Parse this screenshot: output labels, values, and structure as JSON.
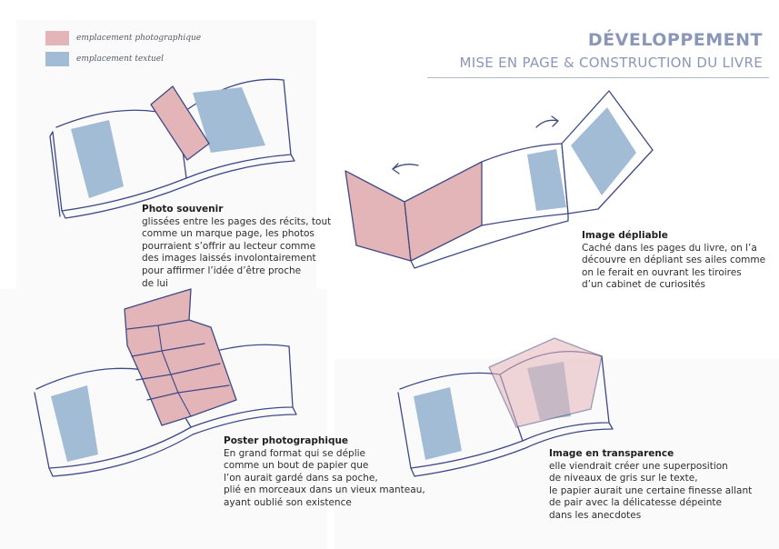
{
  "header": {
    "title": "DÉVELOPPEMENT",
    "subtitle": "MISE EN PAGE  & CONSTRUCTION DU LIVRE"
  },
  "legend": {
    "items": [
      {
        "label": "emplacement photographique",
        "color": "#e3b4b8"
      },
      {
        "label": "emplacement textuel",
        "color": "#a3bcd6"
      }
    ]
  },
  "colors": {
    "photo": "#e3b4b8",
    "text": "#a3bcd6",
    "outline": "#3e4a86",
    "accent": "#8a97b8"
  },
  "sketches": {
    "photo_souvenir": {
      "icon": "open-book-with-inserted-photo"
    },
    "image_depliable": {
      "icon": "open-book-with-unfolding-flaps"
    },
    "poster": {
      "icon": "open-book-with-folded-poster"
    },
    "transparence": {
      "icon": "open-book-with-translucent-page"
    }
  },
  "captions": {
    "photo_souvenir": {
      "title": "Photo souvenir",
      "body": "glissées entre les pages des récits, tout\ncomme un marque page, les photos\npourraient s’offrir au lecteur comme\ndes images laissés involontairement\npour affirmer l’idée d’être proche\nde lui"
    },
    "image_depliable": {
      "title": "Image dépliable",
      "body": "Caché dans les pages du livre, on l’a\ndécouvre en dépliant ses ailes comme\non le ferait en ouvrant les tiroires\nd’un cabinet de curiosités"
    },
    "poster": {
      "title": "Poster photographique",
      "body": "En grand format qui se déplie\ncomme un bout de papier que\nl’on aurait gardé dans sa poche,\nplié en morceaux dans un vieux manteau,\nayant oublié son existence"
    },
    "transparence": {
      "title": "Image en transparence",
      "body": "elle viendrait créer une superposition\nde niveaux de gris sur le texte,\nle papier aurait une certaine finesse allant\nde pair avec la délicatesse dépeinte\ndans les anecdotes"
    }
  }
}
